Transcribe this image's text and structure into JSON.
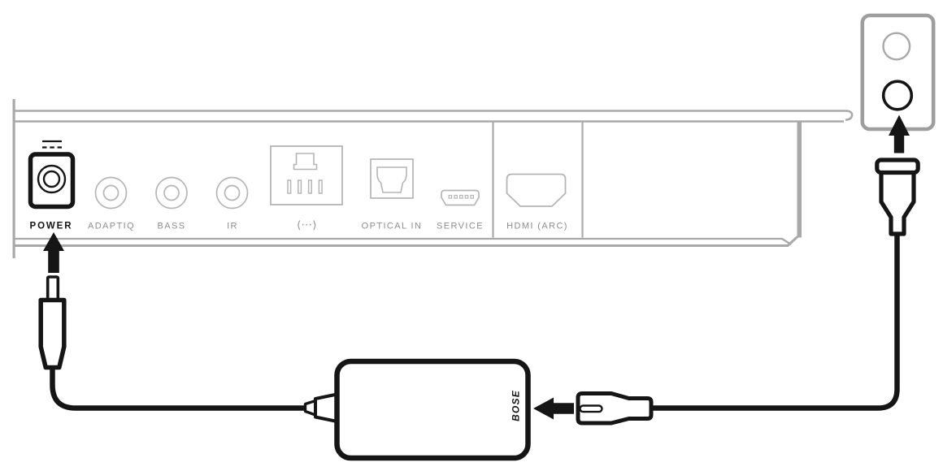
{
  "meta": {
    "title": "Soundbar power connection diagram"
  },
  "colors": {
    "outline_black": "#151515",
    "frame_gray": "#a9a9a9",
    "port_gray": "#b5b5b5",
    "label_gray": "#8d8d8d",
    "outlet_gray": "#9e9e9e"
  },
  "panel": {
    "ports": [
      {
        "label": "POWER",
        "type": "dc-power-input-port",
        "highlighted": true
      },
      {
        "label": "ADAPTIQ",
        "type": "audio-jack-port",
        "highlighted": false
      },
      {
        "label": "BASS",
        "type": "audio-jack-port",
        "highlighted": false
      },
      {
        "label": "IR",
        "type": "audio-jack-port",
        "highlighted": false
      },
      {
        "label": "⟨···⟩",
        "type": "network-port",
        "highlighted": false
      },
      {
        "label": "OPTICAL IN",
        "type": "optical-audio-port",
        "highlighted": false
      },
      {
        "label": "SERVICE",
        "type": "micro-usb-port",
        "highlighted": false
      },
      {
        "label": "HDMI (ARC)",
        "type": "hdmi-port",
        "highlighted": false
      }
    ]
  },
  "adapter": {
    "brand_label": "BOSE"
  },
  "connections": [
    {
      "arrow": "up",
      "from": "dc-cable-plug",
      "to": "power-port"
    },
    {
      "arrow": "left",
      "from": "ac-cable-connector",
      "to": "power-adapter-inlet"
    },
    {
      "arrow": "up",
      "from": "ac-wall-plug",
      "to": "wall-outlet-lower-socket"
    }
  ]
}
